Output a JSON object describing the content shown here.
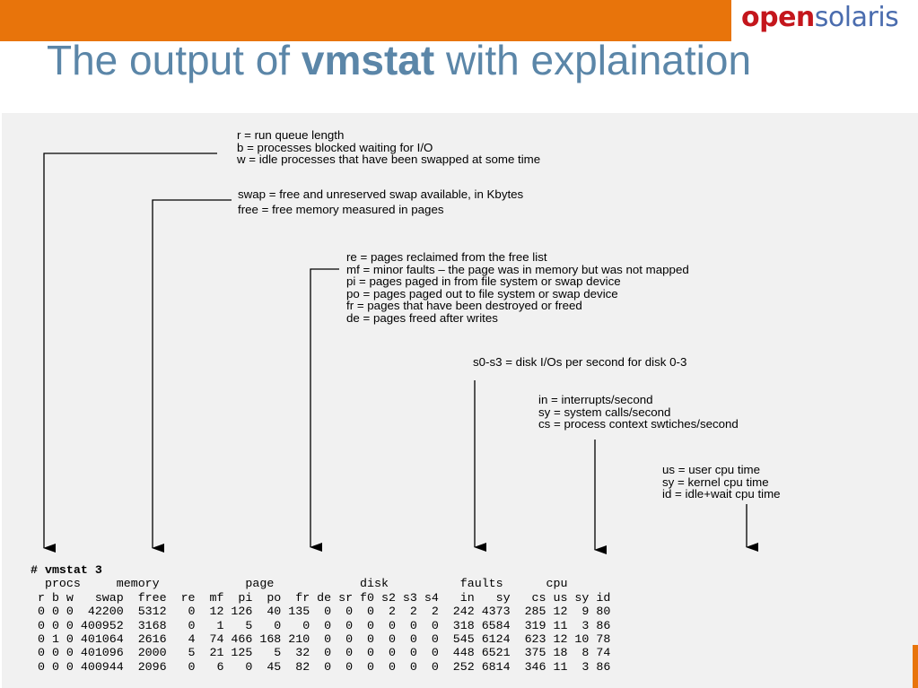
{
  "brand": {
    "logo_open": "open",
    "logo_solaris": "solaris"
  },
  "slide": {
    "title_pre": "The output of ",
    "title_bold": "vmstat",
    "title_post": " with explaination"
  },
  "notes": {
    "procs": [
      "r = run queue length",
      "b = processes blocked waiting for I/O",
      "w = idle processes that have been swapped at some time"
    ],
    "memory": [
      "swap = free and unreserved swap available, in Kbytes",
      "free = free memory measured in pages"
    ],
    "page": [
      "re = pages reclaimed from the free list",
      "mf = minor faults – the page was in memory but was not mapped",
      "pi = pages paged in from file system or swap device",
      "po = pages paged out to file system or swap device",
      "fr = pages that have been destroyed or freed",
      "de = pages freed after writes"
    ],
    "disk": [
      "s0-s3 = disk I/Os per second for disk 0-3"
    ],
    "faults": [
      "in = interrupts/second",
      "sy = system calls/second",
      "cs = process context swtiches/second"
    ],
    "cpu": [
      "us = user cpu time",
      "sy = kernel cpu time",
      "id = idle+wait cpu time"
    ]
  },
  "console": {
    "command": "# vmstat 3",
    "group_header": "  procs     memory            page            disk          faults      cpu",
    "column_header": " r b w   swap  free  re  mf  pi  po  fr de sr f0 s2 s3 s4   in   sy   cs us sy id",
    "rows": [
      " 0 0 0  42200  5312   0  12 126  40 135  0  0  0  2  2  2  242 4373  285 12  9 80",
      " 0 0 0 400952  3168   0   1   5   0   0  0  0  0  0  0  0  318 6584  319 11  3 86",
      " 0 1 0 401064  2616   4  74 466 168 210  0  0  0  0  0  0  545 6124  623 12 10 78",
      " 0 0 0 401096  2000   5  21 125   5  32  0  0  0  0  0  0  448 6521  375 18  8 74",
      " 0 0 0 400944  2096   0   6   0  45  82  0  0  0  0  0  0  252 6814  346 11  3 86"
    ]
  }
}
